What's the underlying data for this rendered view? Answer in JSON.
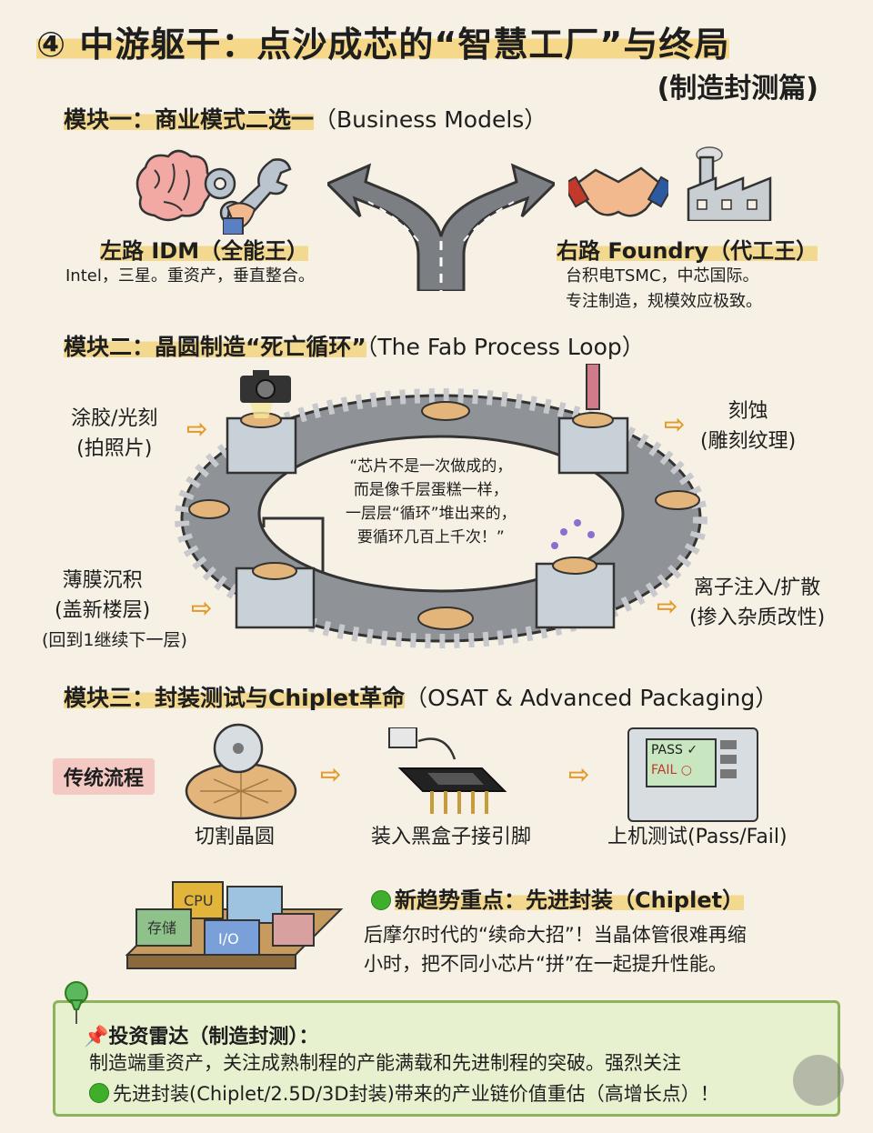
{
  "header": {
    "title": "④ 中游躯干：点沙成芯的“智慧工厂”与终局",
    "subtitle": "(制造封测篇)"
  },
  "module1": {
    "heading": "模块一：商业模式二选一",
    "heading_en": "（Business Models）",
    "left": {
      "title": "左路 IDM（全能王）",
      "desc": "Intel，三星。重资产，垂直整合。"
    },
    "right": {
      "title": "右路 Foundry（代工王）",
      "desc1": "台积电TSMC，中芯国际。",
      "desc2": "专注制造，规模效应极致。"
    }
  },
  "module2": {
    "heading": "模块二：晶圆制造“死亡循环”",
    "heading_en": "（The Fab Process Loop）",
    "step_litho": {
      "line1": "涂胶/光刻",
      "line2": "(拍照片)"
    },
    "step_etch": {
      "line1": "刻蚀",
      "line2": "(雕刻纹理)"
    },
    "step_ion": {
      "line1": "离子注入/扩散",
      "line2": "(掺入杂质改性)"
    },
    "step_film": {
      "line1": "薄膜沉积",
      "line2": "(盖新楼层)",
      "line3": "(回到1继续下一层)"
    },
    "quote": [
      "“芯片不是一次做成的，",
      "而是像千层蛋糕一样，",
      "一层层“循环”堆出来的，",
      "要循环几百上千次！”"
    ]
  },
  "module3": {
    "heading": "模块三：封装测试与Chiplet革命",
    "heading_en": "（OSAT & Advanced Packaging）",
    "traditional": "传统流程",
    "steps": [
      "切割晶圆",
      "装入黑盒子接引脚",
      "上机测试(Pass/Fail)"
    ],
    "pass": "PASS ✓",
    "fail": "FAIL ○",
    "trend_title": "新趋势重点：先进封装（Chiplet）",
    "trend_desc1": "后摩尔时代的“续命大招”！当晶体管很难再缩",
    "trend_desc2": "小时，把不同小芯片“拼”在一起提升性能。",
    "puzzle": {
      "cpu": "CPU",
      "mem": "存储",
      "io": "I/O"
    }
  },
  "radar": {
    "title": "投资雷达（制造封测）：",
    "line1": "制造端重资产，关注成熟制程的产能满载和先进制程的突破。强烈关注",
    "line2": "先进封装(Chiplet/2.5D/3D封装)带来的产业链价值重估（高增长点）！"
  },
  "colors": {
    "background": "#f6f1e4",
    "highlight": "#f5d88a",
    "accent_arrow": "#e49a2a",
    "radar_bg": "#e8f1cf",
    "green": "#3fae2a"
  }
}
